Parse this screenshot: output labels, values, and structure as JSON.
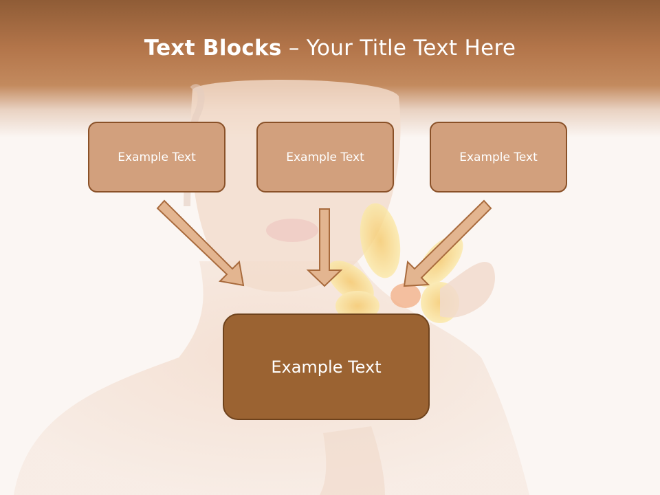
{
  "slide": {
    "title_bold": "Text Blocks",
    "title_rest": " – Your Title Text Here",
    "boxes": [
      {
        "label": "Example Text"
      },
      {
        "label": "Example Text"
      },
      {
        "label": "Example Text"
      }
    ],
    "main_box": {
      "label": "Example Text"
    }
  },
  "colors": {
    "header_dark": "#8f5c36",
    "box_light": "#d2a07d",
    "box_dark": "#9b6332",
    "arrow_fill": "#e3b590",
    "arrow_stroke": "#a86a3c"
  }
}
